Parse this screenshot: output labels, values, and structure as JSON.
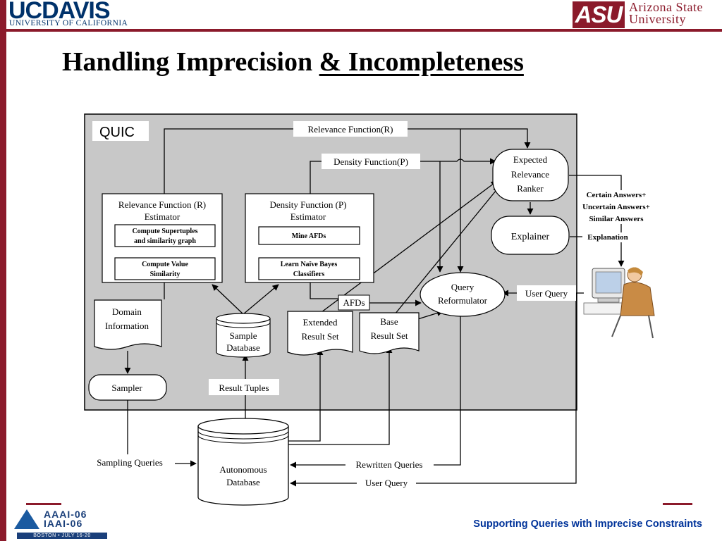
{
  "header": {
    "ucdavis_logo_main": "UCDAVIS",
    "ucdavis_logo_sub": "UNIVERSITY OF CALIFORNIA",
    "asu_logo_mark": "ASU",
    "asu_logo_line1": "Arizona State",
    "asu_logo_line2": "University"
  },
  "slide": {
    "title_part1": "Handling Imprecision ",
    "title_part2": "& Incompleteness"
  },
  "diagram": {
    "container_label": "QUIC",
    "relevance_function_label": "Relevance Function(R)",
    "density_function_label": "Density Function(P)",
    "rel_estimator": {
      "line1": "Relevance Function (R)",
      "line2": "Estimator",
      "sub1_l1": "Compute Supertuples",
      "sub1_l2": "and similarity graph",
      "sub2_l1": "Compute Value",
      "sub2_l2": "Similarity"
    },
    "den_estimator": {
      "line1": "Density Function (P)",
      "line2": "Estimator",
      "sub1": "Mine AFDs",
      "sub2_l1": "Learn Naïve Bayes",
      "sub2_l2": "Classifiers"
    },
    "ranker": {
      "line1": "Expected",
      "line2": "Relevance",
      "line3": "Ranker"
    },
    "explainer": "Explainer",
    "reformulator": {
      "line1": "Query",
      "line2": "Reformulator"
    },
    "domain_info": {
      "line1": "Domain",
      "line2": "Information"
    },
    "sample_db": {
      "line1": "Sample",
      "line2": "Database"
    },
    "extended_set": {
      "line1": "Extended",
      "line2": "Result Set"
    },
    "base_set": {
      "line1": "Base",
      "line2": "Result Set"
    },
    "afds_label": "AFDs",
    "sampler": "Sampler",
    "result_tuples": "Result Tuples",
    "answers": {
      "line1": "Certain Answers+",
      "line2": "Uncertain Answers+",
      "line3": "Similar Answers"
    },
    "explanation": "Explanation",
    "user_query_right": "User Query",
    "autonomous_db": {
      "line1": "Autonomous",
      "line2": "Database"
    },
    "sampling_queries": "Sampling Queries",
    "rewritten_queries": "Rewritten Queries",
    "user_query_bottom": "User Query"
  },
  "footer": {
    "conference_line1": "AAAI-06",
    "conference_line2": "IAAI-06",
    "conference_line3": "BOSTON • JULY 16-20",
    "caption": "Supporting Queries with Imprecise Constraints"
  },
  "colors": {
    "brand_maroon": "#8b1a2b",
    "ucd_blue": "#00326b",
    "footer_blue": "#00339a",
    "diagram_panel": "#c8c8c8"
  }
}
